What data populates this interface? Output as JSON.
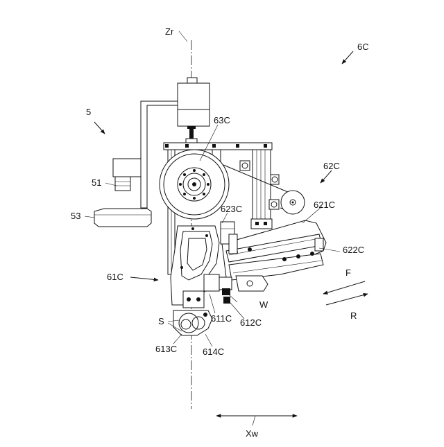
{
  "labels": {
    "zr": "Zr",
    "fig_6c": "6C",
    "fig_5": "5",
    "c63": "63C",
    "c62": "62C",
    "l51": "51",
    "l53": "53",
    "c623": "623C",
    "c621": "621C",
    "c622": "622C",
    "c61": "61C",
    "w": "W",
    "s": "S",
    "c611": "611C",
    "c612": "612C",
    "c613": "613C",
    "c614": "614C",
    "f": "F",
    "r": "R",
    "xw": "Xw"
  }
}
